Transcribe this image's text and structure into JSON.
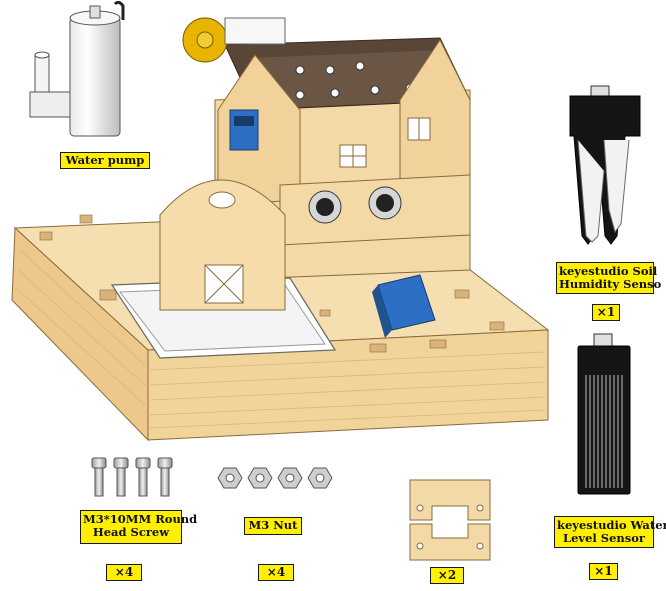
{
  "labels": {
    "water_pump": "Water pump",
    "soil_sensor_line1": "keyestudio Soil",
    "soil_sensor_line2": "Humidity Senso",
    "water_level_line1": "keyestudio Water",
    "water_level_line2": "Level Sensor",
    "screw_line1": "M3*10MM Round",
    "screw_line2": "Head Screw",
    "nut": "M3 Nut"
  },
  "quantities": {
    "soil_sensor": "×1",
    "water_level_sensor": "×1",
    "screws": "×4",
    "nuts": "×4",
    "brackets": "×2"
  },
  "colors": {
    "wood": "#f3d9a6",
    "wood_dark": "#d9b47a",
    "wood_edge": "#8a6a3a",
    "label_bg": "#ffef00",
    "sensor_black": "#151515",
    "relay_blue": "#2c6fc4"
  }
}
